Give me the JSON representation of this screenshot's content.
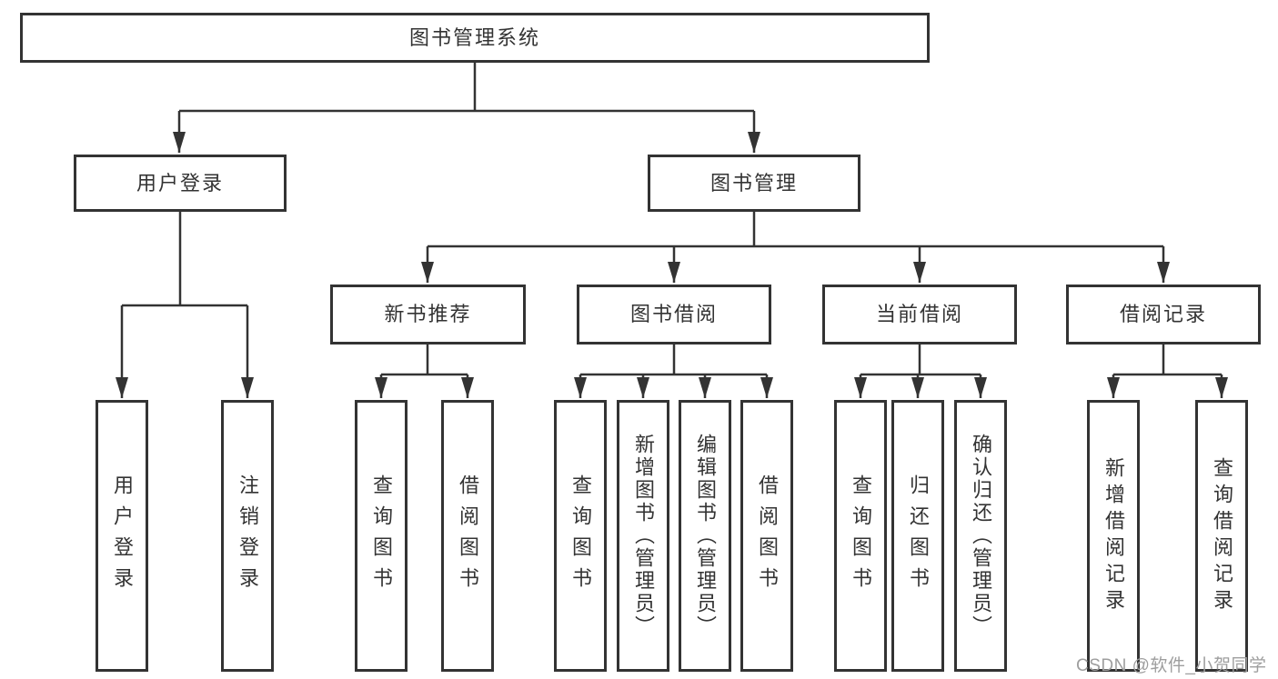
{
  "diagram": {
    "root": "图书管理系统",
    "level1": {
      "user_login": "用户登录",
      "book_mgmt": "图书管理"
    },
    "level2": {
      "new_books": "新书推荐",
      "book_borrow": "图书借阅",
      "current_borrow": "当前借阅",
      "borrow_records": "借阅记录"
    },
    "leaves": {
      "user_login": "用户登录",
      "logout": "注销登录",
      "nb_query": "查询图书",
      "nb_borrow": "借阅图书",
      "bb_query": "查询图书",
      "bb_add": "新增图书（管理员）",
      "bb_edit": "编辑图书（管理员）",
      "bb_borrow": "借阅图书",
      "cb_query": "查询图书",
      "cb_return": "归还图书",
      "cb_confirm": "确认归还（管理员）",
      "br_add": "新增借阅记录",
      "br_query": "查询借阅记录"
    },
    "hierarchy": {
      "图书管理系统": [
        "用户登录",
        "图书管理"
      ],
      "用户登录": [
        "用户登录",
        "注销登录"
      ],
      "图书管理": [
        "新书推荐",
        "图书借阅",
        "当前借阅",
        "借阅记录"
      ],
      "新书推荐": [
        "查询图书",
        "借阅图书"
      ],
      "图书借阅": [
        "查询图书",
        "新增图书（管理员）",
        "编辑图书（管理员）",
        "借阅图书"
      ],
      "当前借阅": [
        "查询图书",
        "归还图书",
        "确认归还（管理员）"
      ],
      "借阅记录": [
        "新增借阅记录",
        "查询借阅记录"
      ]
    },
    "colors": {
      "line": "#333333",
      "box_border": "#333333",
      "text": "#333333",
      "background": "#ffffff",
      "watermark": "#9e9e9e"
    }
  },
  "watermark": "CSDN @软件_小贺同学"
}
